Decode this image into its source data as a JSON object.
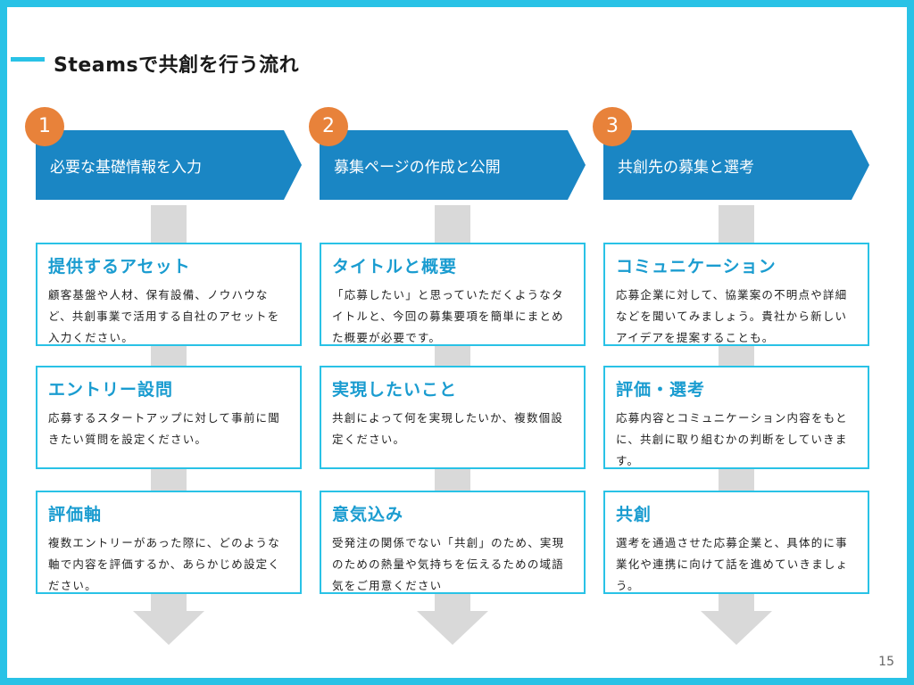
{
  "slide": {
    "title": "Steamsで共創を行う流れ",
    "page_number": "15"
  },
  "colors": {
    "frame": "#29c2e6",
    "banner": "#1a86c4",
    "badge": "#e8823a",
    "card_title": "#1a9cd0",
    "flow_arrow": "#d9d9d9"
  },
  "icons": {
    "flow_arrow": "down-arrow-icon"
  },
  "steps": [
    {
      "number": "1",
      "banner": "必要な基礎情報を入力",
      "cards": [
        {
          "title": "提供するアセット",
          "body": "顧客基盤や人材、保有設備、ノウハウなど、共創事業で活用する自社のアセットを入力ください。"
        },
        {
          "title": "エントリー設問",
          "body": "応募するスタートアップに対して事前に聞きたい質問を設定ください。"
        },
        {
          "title": "評価軸",
          "body": "複数エントリーがあった際に、どのような軸で内容を評価するか、あらかじめ設定ください。"
        }
      ]
    },
    {
      "number": "2",
      "banner": "募集ページの作成と公開",
      "cards": [
        {
          "title": "タイトルと概要",
          "body": "「応募したい」と思っていただくようなタイトルと、今回の募集要項を簡単にまとめた概要が必要です。"
        },
        {
          "title": "実現したいこと",
          "body": "共創によって何を実現したいか、複数個設定ください。"
        },
        {
          "title": "意気込み",
          "body": "受発注の関係でない「共創」のため、実現のための熱量や気持ちを伝えるための域語気をご用意ください"
        }
      ]
    },
    {
      "number": "3",
      "banner": "共創先の募集と選考",
      "cards": [
        {
          "title": "コミュニケーション",
          "body": "応募企業に対して、協業案の不明点や詳細などを聞いてみましょう。貴社から新しいアイデアを提案することも。"
        },
        {
          "title": "評価・選考",
          "body": "応募内容とコミュニケーション内容をもとに、共創に取り組むかの判断をしていきます。"
        },
        {
          "title": "共創",
          "body": "選考を通過させた応募企業と、具体的に事業化や連携に向けて話を進めていきましょう。"
        }
      ]
    }
  ]
}
